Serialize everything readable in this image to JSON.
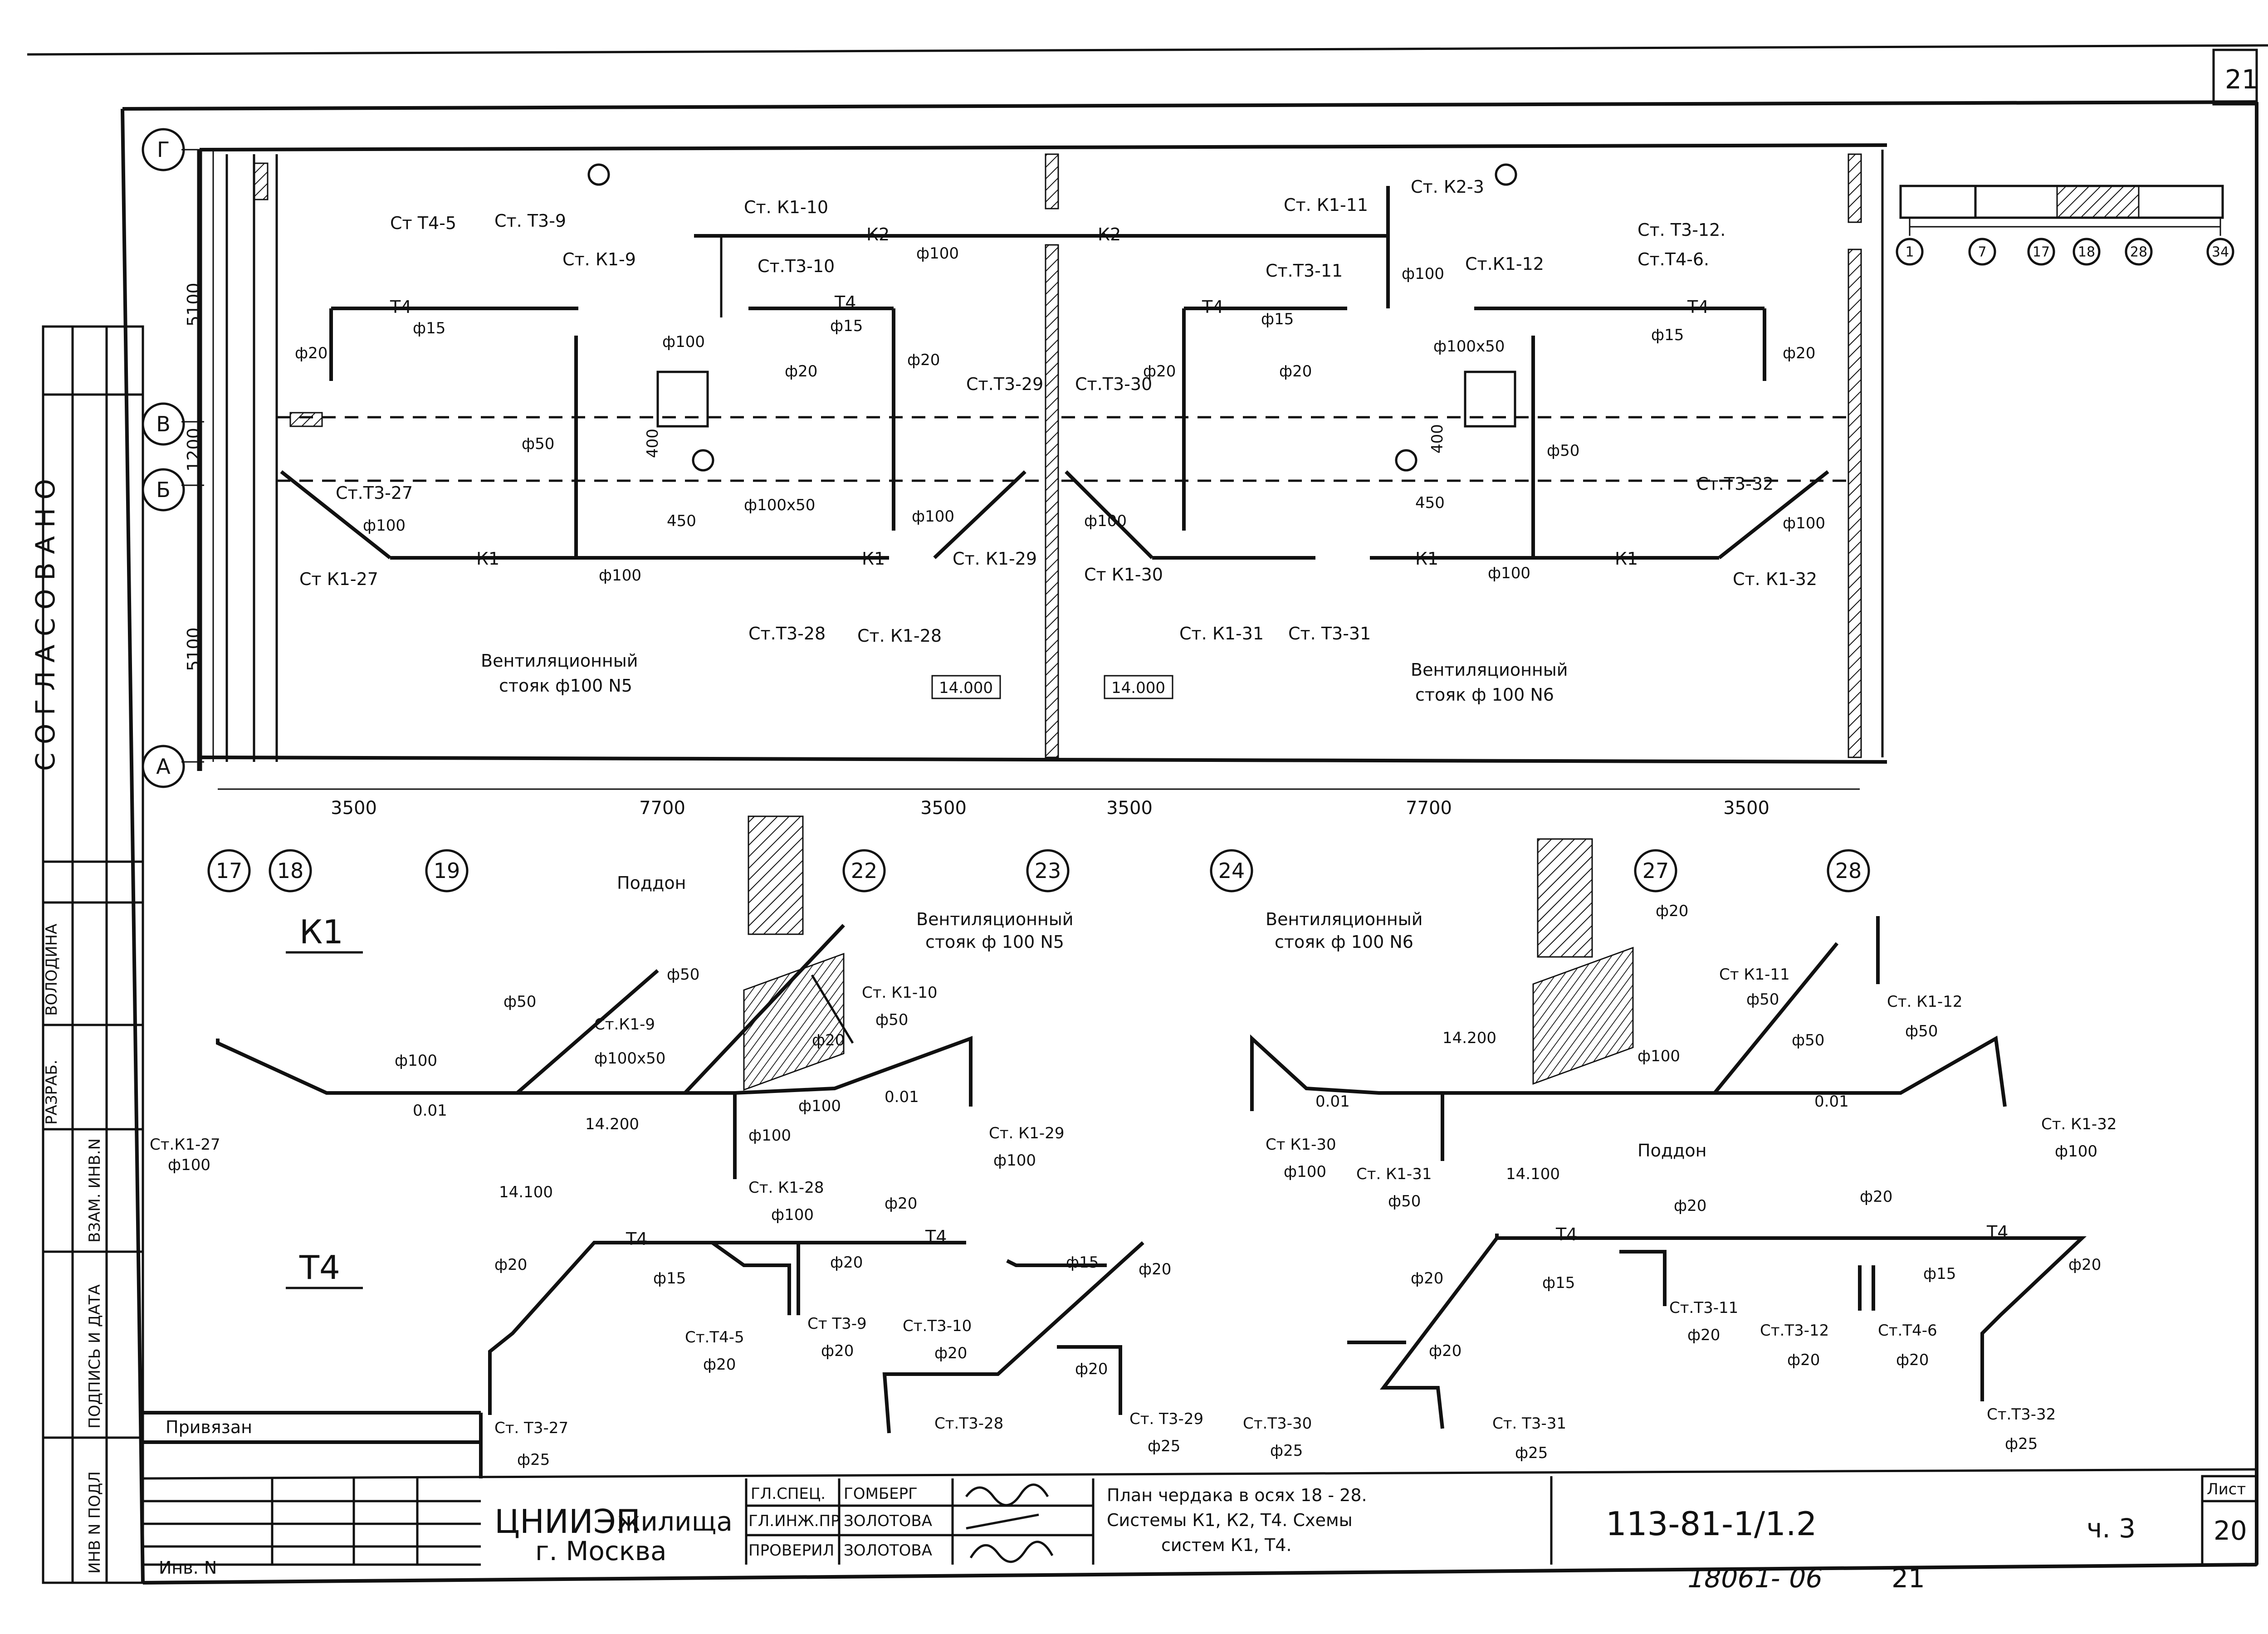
{
  "sheet": {
    "number_top": "21",
    "bottom_note": "18061- 06",
    "bottom_note_page": "21"
  },
  "side_strip": {
    "soglasovano": "С О Г Л А С О В А Н О",
    "razrab": "РАЗРАБ.",
    "razrab_name": "ВОЛОДИНА",
    "vzam_inv": "ВЗАМ. ИНВ.N",
    "podpis_data": "ПОДПИСЬ И ДАТА",
    "inv_podl": "ИНВ N ПОДЛ"
  },
  "plan": {
    "axes_rows": [
      "Г",
      "В",
      "Б",
      "А"
    ],
    "row_dims": [
      "5100",
      "1200",
      "5100"
    ],
    "axes_cols": [
      "17",
      "18",
      "19",
      "22",
      "23",
      "24",
      "27",
      "28"
    ],
    "col_dims": [
      "3500",
      "7700",
      "3500",
      "3500",
      "7700",
      "3500"
    ],
    "key_plan_labels": [
      "1",
      "7",
      "17",
      "18",
      "28",
      "34"
    ],
    "pipes": {
      "t4": "Т4",
      "k1": "К1",
      "k2": "К2"
    },
    "labels": {
      "st_t4_5": "Ст Т4-5",
      "st_t3_9": "Ст. Т3-9",
      "st_k1_9": "Ст. К1-9",
      "st_k1_10": "Ст. К1-10",
      "st_t3_10": "Ст.Т3-10",
      "st_k1_11": "Ст. К1-11",
      "st_k2_3": "Ст. К2-3",
      "st_t3_11": "Ст.Т3-11",
      "st_k1_12": "Ст.К1-12",
      "st_t3_12": "Ст. Т3-12.",
      "st_t4_6": "Ст.Т4-6.",
      "st_t3_29": "Ст.Т3-29",
      "st_t3_30": "Ст.Т3-30",
      "st_t3_27": "Ст.Т3-27",
      "st_t3_32": "Ст.Т3-32",
      "st_k1_27": "Ст К1-27",
      "st_k1_29": "Ст. К1-29",
      "st_k1_30": "Ст К1-30",
      "st_k1_32": "Ст. К1-32",
      "st_t3_28": "Ст.Т3-28",
      "st_k1_28": "Ст. К1-28",
      "st_k1_31": "Ст. К1-31",
      "st_t3_31": "Ст. Т3-31",
      "d15": "ф15",
      "d20": "ф20",
      "d50": "ф50",
      "d100": "ф100",
      "d100x50": "ф100х50",
      "dim_400": "400",
      "dim_450": "450",
      "vent5_1": "Вентиляционный",
      "vent5_2": "стояк ф100 N5",
      "vent6_1": "Вентиляционный",
      "vent6_2": "стояк ф 100 N6",
      "level1": "14.000",
      "level2": "14.000"
    }
  },
  "schemes": {
    "k1_title": "К1",
    "t4_title": "Т4",
    "labels": {
      "poddon": "Поддон",
      "vent5_1": "Вентиляционный",
      "vent5_2": "стояк ф 100 N5",
      "vent6_1": "Вентиляционный",
      "vent6_2": "стояк ф 100 N6",
      "st_k1_9": "Ст.К1-9",
      "st_k1_10": "Ст. К1-10",
      "st_k1_11": "Ст К1-11",
      "st_k1_12": "Ст. К1-12",
      "st_k1_27": "Ст.К1-27",
      "st_k1_28": "Ст. К1-28",
      "st_k1_29": "Ст. К1-29",
      "st_k1_30": "Ст К1-30",
      "st_k1_31": "Ст. К1-31",
      "st_k1_32": "Ст. К1-32",
      "lvl_14200": "14.200",
      "lvl_14100": "14.100",
      "slope": "0.01",
      "st_t3_27": "Ст. Т3-27",
      "st_t4_5": "Ст.Т4-5",
      "st_t3_9": "Ст Т3-9",
      "st_t3_10": "Ст.Т3-10",
      "st_t3_28": "Ст.Т3-28",
      "st_t3_29": "Ст. Т3-29",
      "st_t3_30": "Ст.Т3-30",
      "st_t3_31": "Ст. Т3-31",
      "st_t3_11": "Ст.Т3-11",
      "st_t3_12": "Ст.Т3-12",
      "st_t4_6": "Ст.Т4-6",
      "st_t3_32": "Ст.Т3-32",
      "d15": "ф15",
      "d20": "ф20",
      "d25": "ф25",
      "d50": "ф50",
      "d100": "ф100",
      "d100x50": "ф100х50",
      "t4": "Т4"
    }
  },
  "title_block": {
    "privyazan": "Привязан",
    "inv_n": "Инв. N",
    "org": "ЦНИИЭП",
    "org2": "жилища",
    "city": "г. Москва",
    "role_1": "ГЛ.СПЕЦ.",
    "name_1": "ГОМБЕРГ",
    "role_2": "ГЛ.ИНЖ.ПР",
    "name_2": "ЗОЛОТОВА",
    "role_3": "ПРОВЕРИЛ",
    "name_3": "ЗОЛОТОВА",
    "title_1": "План чердака в осях 18 - 28.",
    "title_2": "Системы К1, К2, Т4. Схемы",
    "title_3": "систем К1, Т4.",
    "code": "113-81-1/1.2",
    "part": "ч. 3",
    "sheet_label": "Лист",
    "sheet_no": "20"
  }
}
